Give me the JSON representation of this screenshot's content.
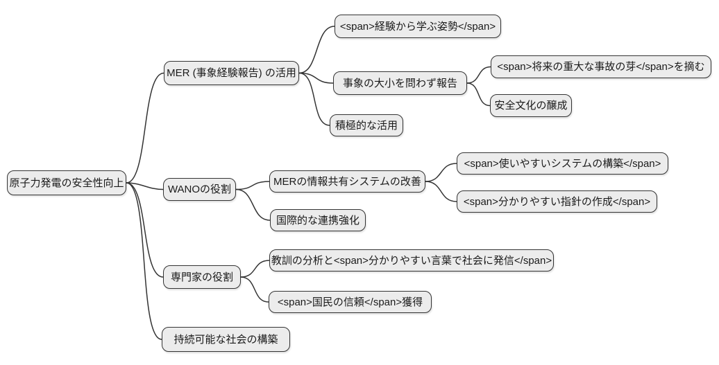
{
  "style": {
    "background": "#ffffff",
    "node_fill": "#ececec",
    "node_border": "#333333",
    "edge_color": "#333333",
    "text_color": "#1a1a1a"
  },
  "mindmap": {
    "root": {
      "label": "原子力発電の安全性向上",
      "children": [
        {
          "label": "MER (事象経験報告) の活用",
          "children": [
            {
              "label": "<span>経験から学ぶ姿勢</span>"
            },
            {
              "label": "事象の大小を問わず報告",
              "children": [
                {
                  "label": "<span>将来の重大な事故の芽</span>を摘む"
                },
                {
                  "label": "安全文化の醸成"
                }
              ]
            },
            {
              "label": "積極的な活用"
            }
          ]
        },
        {
          "label": "WANOの役割",
          "children": [
            {
              "label": "MERの情報共有システムの改善",
              "children": [
                {
                  "label": "<span>使いやすいシステムの構築</span>"
                },
                {
                  "label": "<span>分かりやすい指針の作成</span>"
                }
              ]
            },
            {
              "label": "国際的な連携強化"
            }
          ]
        },
        {
          "label": "専門家の役割",
          "children": [
            {
              "label": "教訓の分析と<span>分かりやすい言葉で社会に発信</span>"
            },
            {
              "label": "<span>国民の信頼</span>獲得"
            }
          ]
        },
        {
          "label": "持続可能な社会の構築"
        }
      ]
    }
  }
}
